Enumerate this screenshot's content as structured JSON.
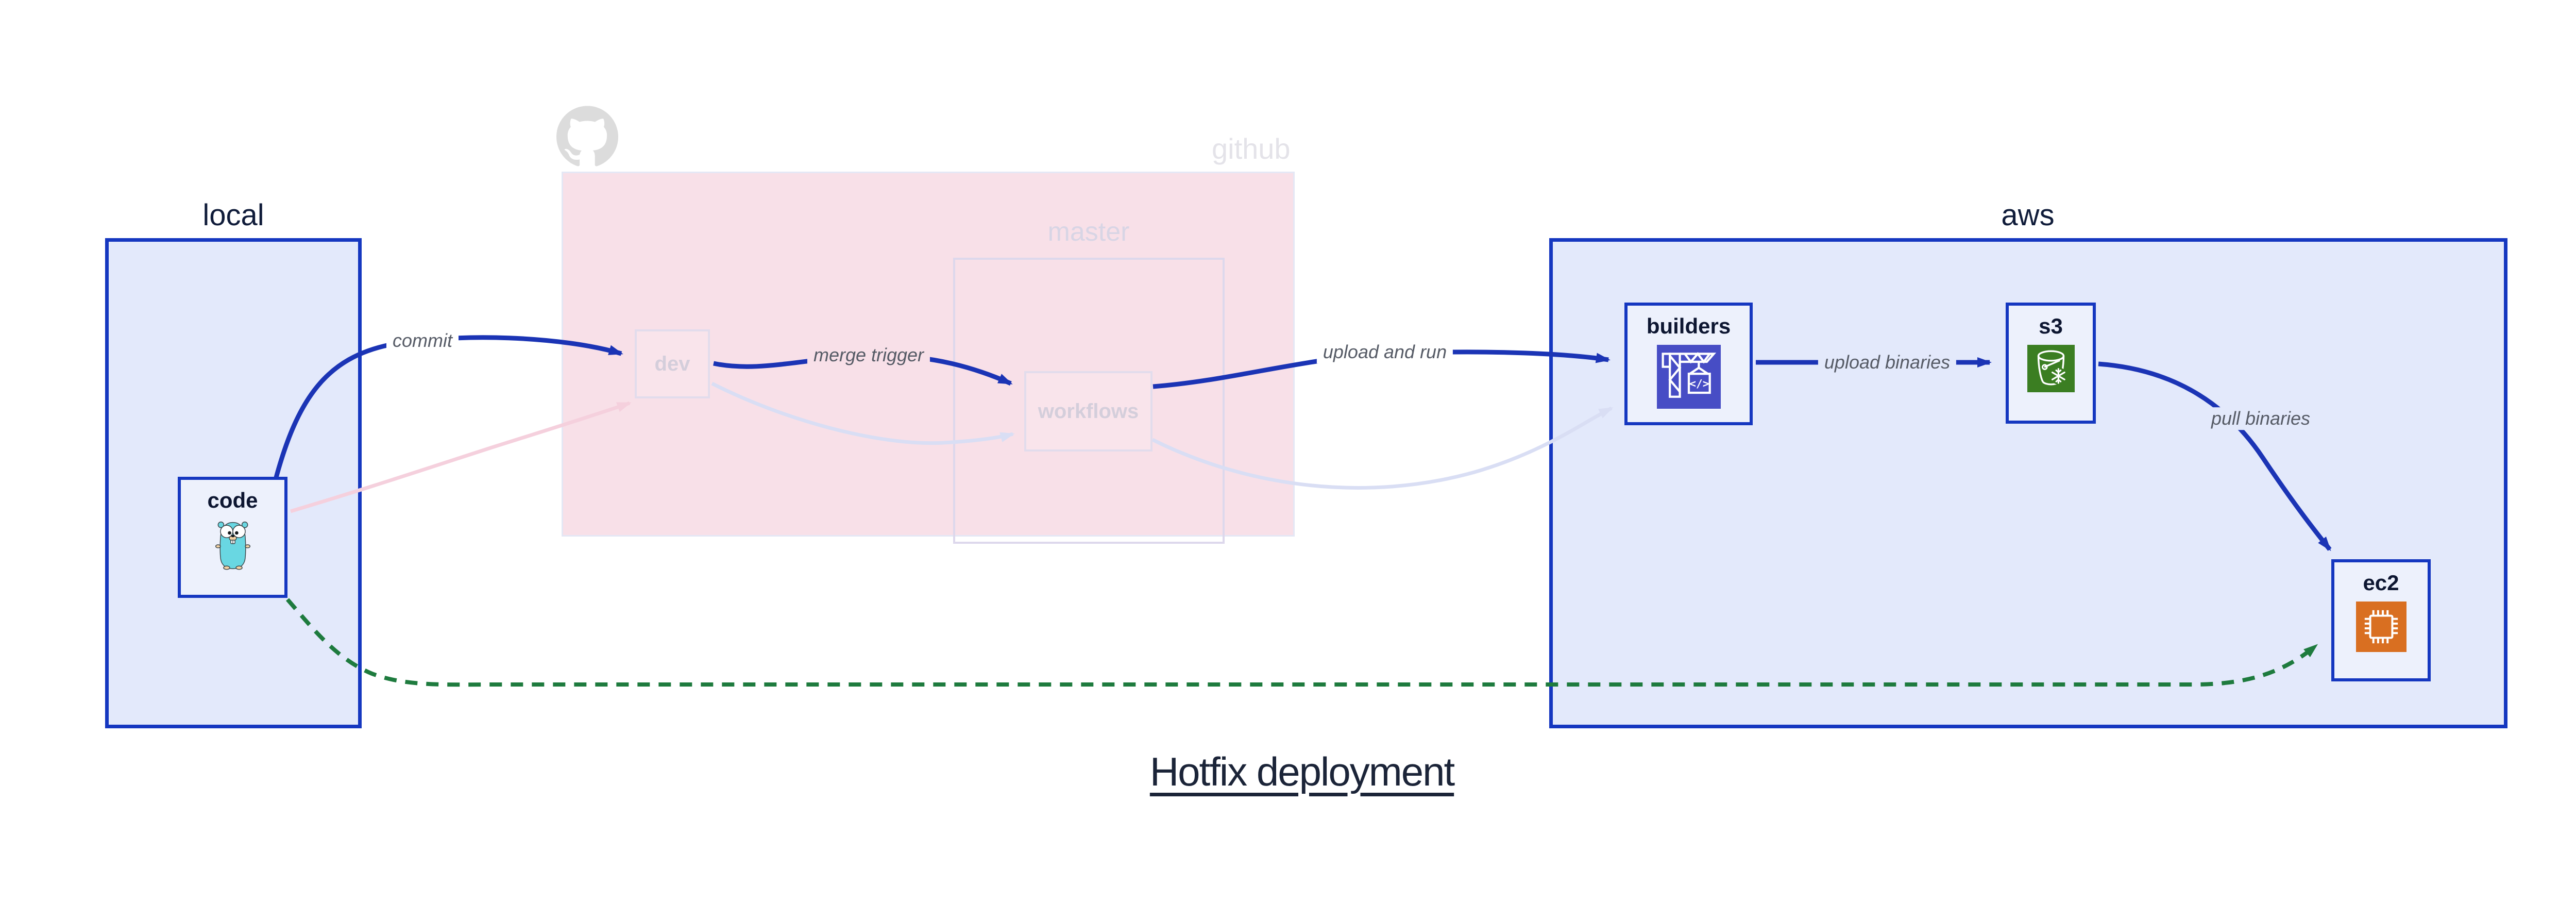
{
  "title": "Hotfix deployment",
  "groups": {
    "local": {
      "label": "local"
    },
    "github": {
      "label": "github"
    },
    "master": {
      "label": "master"
    },
    "aws": {
      "label": "aws"
    }
  },
  "nodes": {
    "code": {
      "label": "code",
      "icon": "go-gopher"
    },
    "dev": {
      "label": "dev"
    },
    "workflows": {
      "label": "workflows"
    },
    "builders": {
      "label": "builders",
      "icon": "codebuild-crane",
      "icon_text": "</>"
    },
    "s3": {
      "label": "s3",
      "icon": "s3-bucket-snowflake"
    },
    "ec2": {
      "label": "ec2",
      "icon": "cpu-chip"
    }
  },
  "edges": {
    "commit": {
      "label": "commit",
      "from": "code",
      "to": "dev",
      "style": "solid-blue"
    },
    "merge_trigger": {
      "label": "merge trigger",
      "from": "dev",
      "to": "workflows",
      "style": "solid-blue"
    },
    "upload_and_run": {
      "label": "upload and run",
      "from": "workflows",
      "to": "builders",
      "style": "solid-blue"
    },
    "upload_binaries": {
      "label": "upload binaries",
      "from": "builders",
      "to": "s3",
      "style": "solid-blue"
    },
    "pull_binaries": {
      "label": "pull binaries",
      "from": "s3",
      "to": "ec2",
      "style": "solid-blue"
    },
    "hotfix_direct": {
      "label": "",
      "from": "code",
      "to": "ec2",
      "style": "dashed-green"
    },
    "faded_code_dev": {
      "label": "",
      "from": "code",
      "to": "dev",
      "style": "faded-pink"
    },
    "faded_dev_workflows": {
      "label": "",
      "from": "dev",
      "to": "workflows",
      "style": "faded-lavender"
    },
    "faded_workflows_builders": {
      "label": "",
      "from": "workflows",
      "to": "builders",
      "style": "faded-lavender"
    }
  },
  "colors": {
    "group_fill_blue": "#e3e9fb",
    "group_border_blue": "#1537c0",
    "node_fill": "#edf1fc",
    "github_fill_pink": "#f8e0e8",
    "faded_border": "#ddd8ec",
    "faded_text": "#d4cedb",
    "arrow_blue": "#1b34b5",
    "arrow_green": "#1e7b3e",
    "arrow_faded_pink": "#f5d0dd",
    "arrow_faded_lavender": "#d9def4",
    "edge_label_text": "#565b66",
    "title_text": "#1b2438",
    "octocat_grey": "#dcdcdc",
    "codebuild_indigo": "#474dc5",
    "s3_green": "#3b7e22",
    "ec2_orange": "#d96f21",
    "gopher_teal": "#69d7e2"
  }
}
